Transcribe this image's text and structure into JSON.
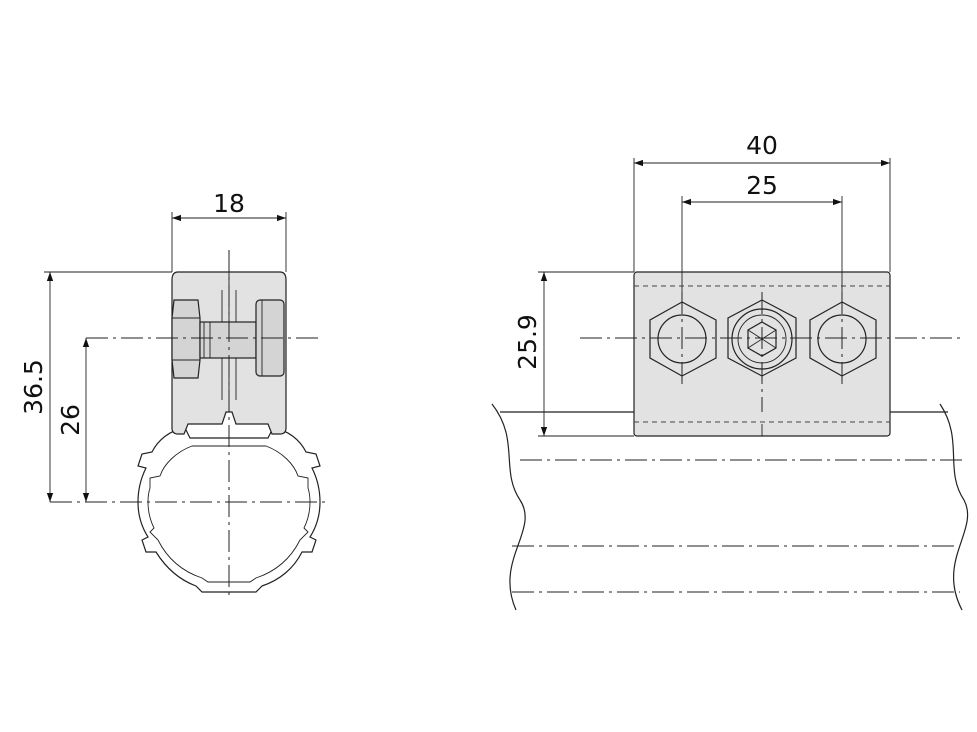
{
  "diagram": {
    "side_view": {
      "width_dimension": "18",
      "overall_height_dimension": "36.5",
      "center_height_dimension": "26"
    },
    "front_view": {
      "overall_width_dimension": "40",
      "hole_spacing_dimension": "25",
      "height_dimension": "25.9"
    }
  },
  "colors": {
    "part_fill": "#e2e2e2",
    "line": "#222222"
  }
}
